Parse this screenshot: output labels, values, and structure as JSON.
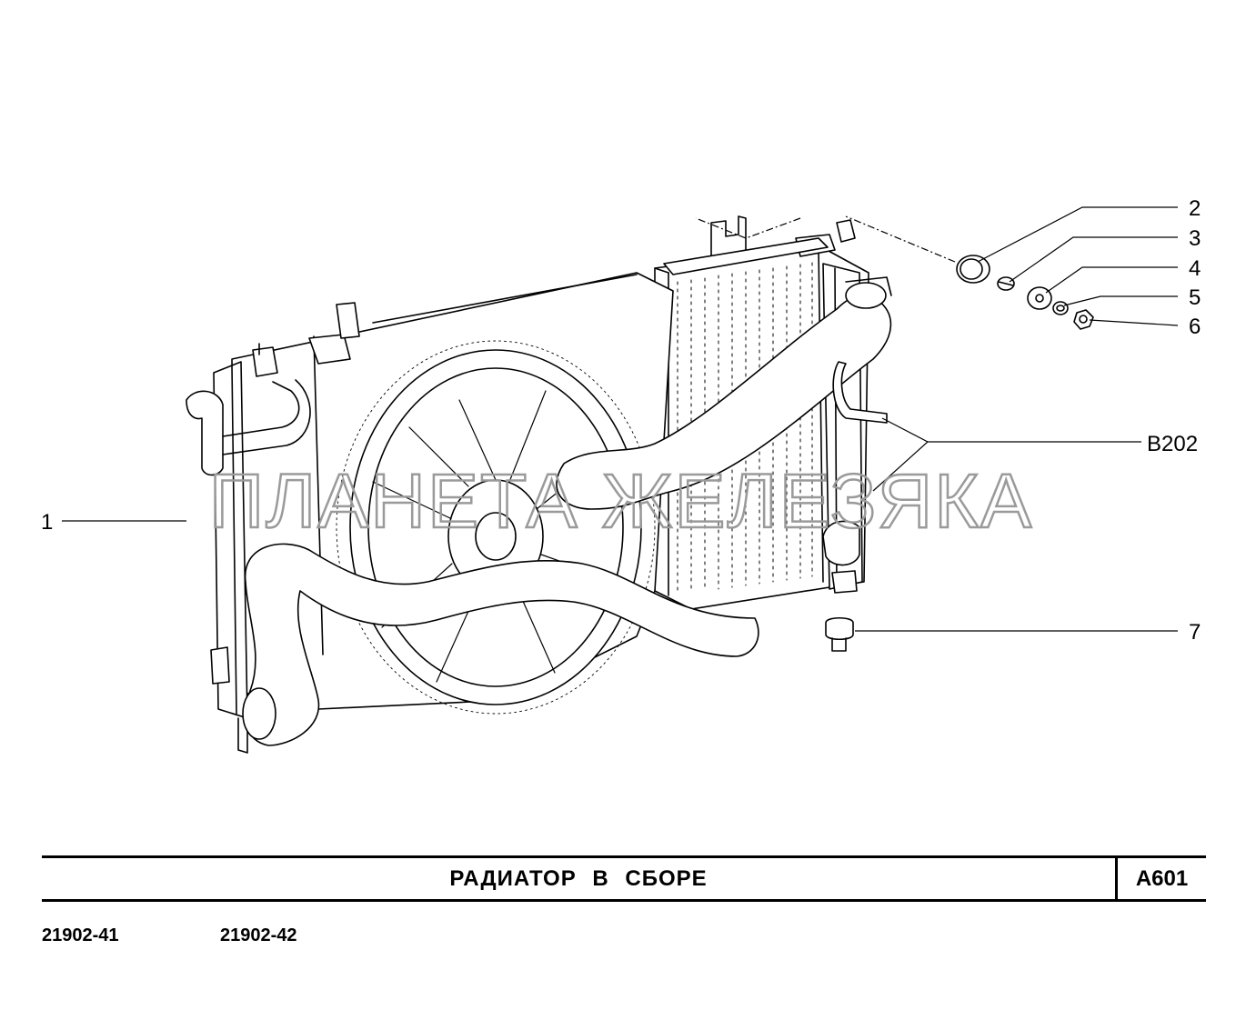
{
  "diagram": {
    "callouts": [
      {
        "id": "1",
        "label": "1"
      },
      {
        "id": "2",
        "label": "2"
      },
      {
        "id": "3",
        "label": "3"
      },
      {
        "id": "4",
        "label": "4"
      },
      {
        "id": "5",
        "label": "5"
      },
      {
        "id": "6",
        "label": "6"
      },
      {
        "id": "B202",
        "label": "B202"
      },
      {
        "id": "7",
        "label": "7"
      }
    ],
    "watermark": "ПЛАНЕТА ЖЕЛЕЗЯКА"
  },
  "title_block": {
    "title": "РАДИАТОР  В  СБОРЕ",
    "code": "A601"
  },
  "models": [
    "21902-41",
    "21902-42"
  ]
}
